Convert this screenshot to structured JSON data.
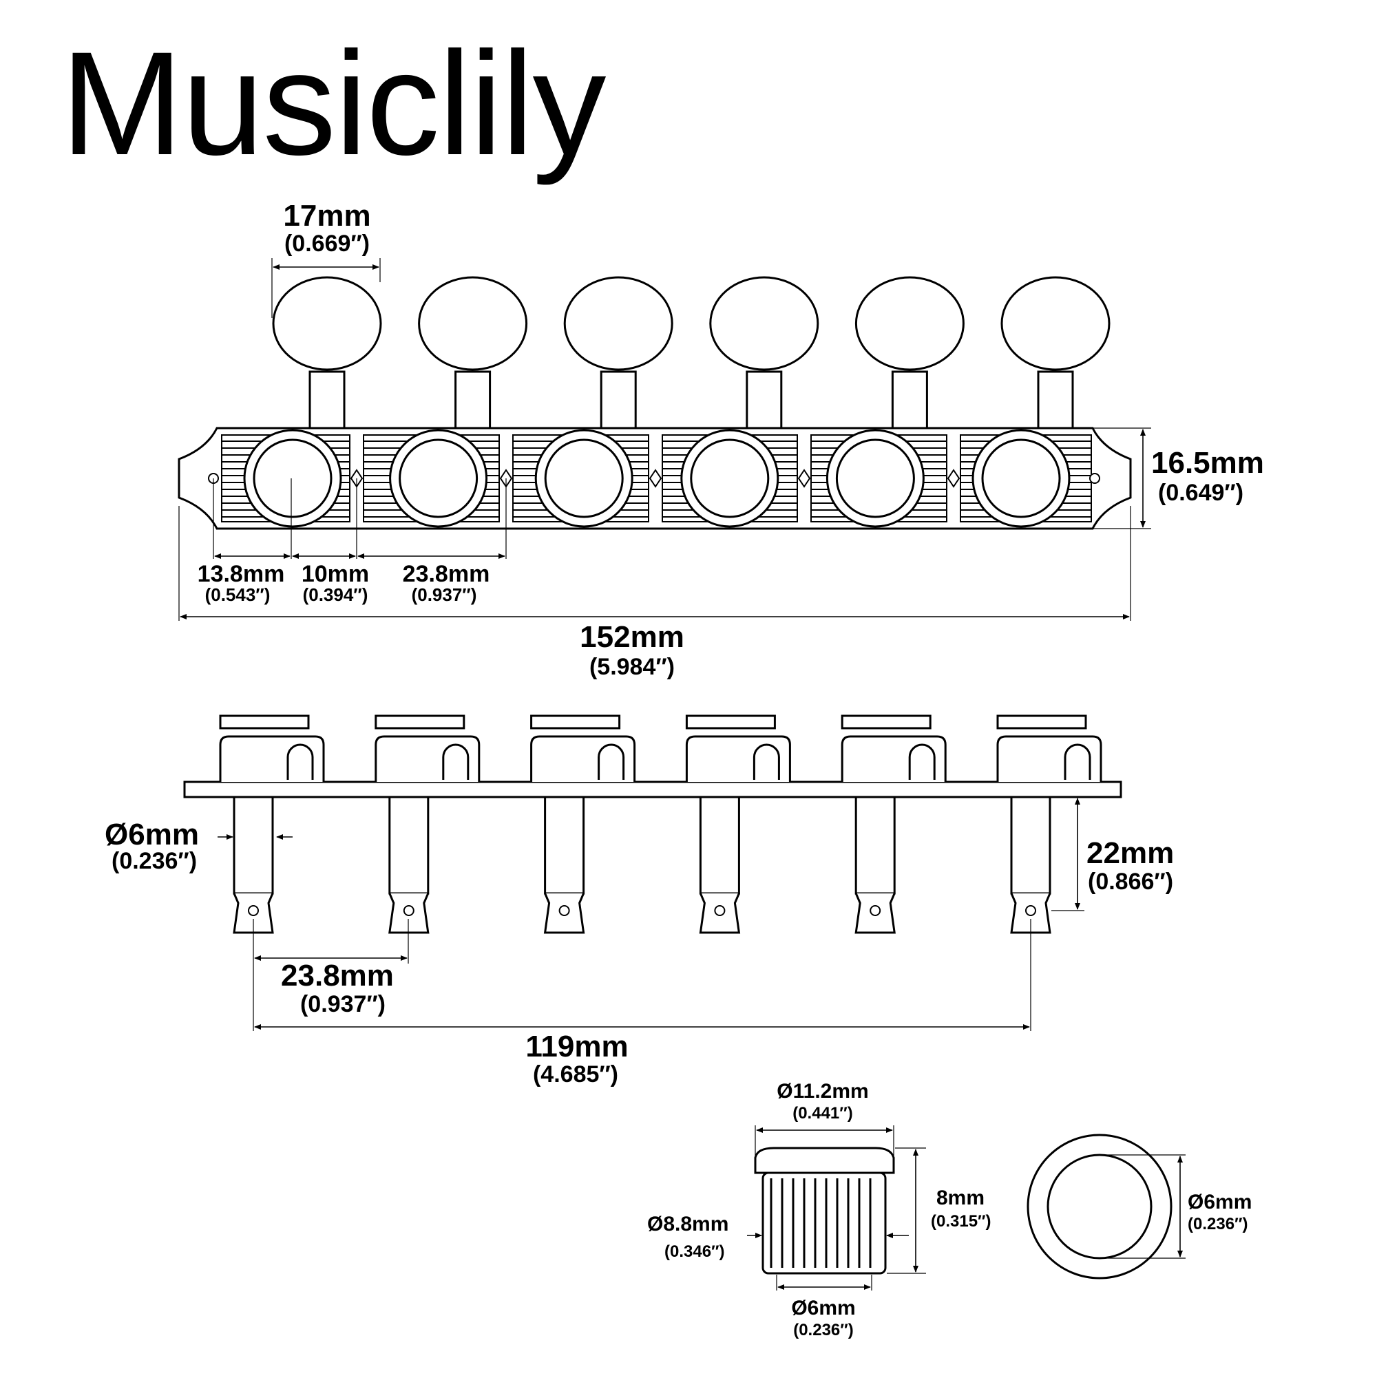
{
  "brand": "Musiclily",
  "top_view": {
    "button_width": {
      "mm": "17mm",
      "inch": "(0.669″)"
    },
    "height": {
      "mm": "16.5mm",
      "inch": "(0.649″)"
    },
    "hole_offset": {
      "mm": "13.8mm",
      "inch": "(0.543″)"
    },
    "bushing_offset": {
      "mm": "10mm",
      "inch": "(0.394″)"
    },
    "spacing": {
      "mm": "23.8mm",
      "inch": "(0.937″)"
    },
    "total_length": {
      "mm": "152mm",
      "inch": "(5.984″)"
    }
  },
  "side_view": {
    "post_diameter": {
      "mm": "Ø6mm",
      "inch": "(0.236″)"
    },
    "post_height": {
      "mm": "22mm",
      "inch": "(0.866″)"
    },
    "post_spacing": {
      "mm": "23.8mm",
      "inch": "(0.937″)"
    },
    "span": {
      "mm": "119mm",
      "inch": "(4.685″)"
    }
  },
  "bushing": {
    "cap_diameter": {
      "mm": "Ø11.2mm",
      "inch": "(0.441″)"
    },
    "body_diameter": {
      "mm": "Ø8.8mm",
      "inch": "(0.346″)"
    },
    "height": {
      "mm": "8mm",
      "inch": "(0.315″)"
    },
    "inner_diameter": {
      "mm": "Ø6mm",
      "inch": "(0.236″)"
    }
  },
  "washer": {
    "inner_diameter": {
      "mm": "Ø6mm",
      "inch": "(0.236″)"
    }
  },
  "tuner_count": 6
}
